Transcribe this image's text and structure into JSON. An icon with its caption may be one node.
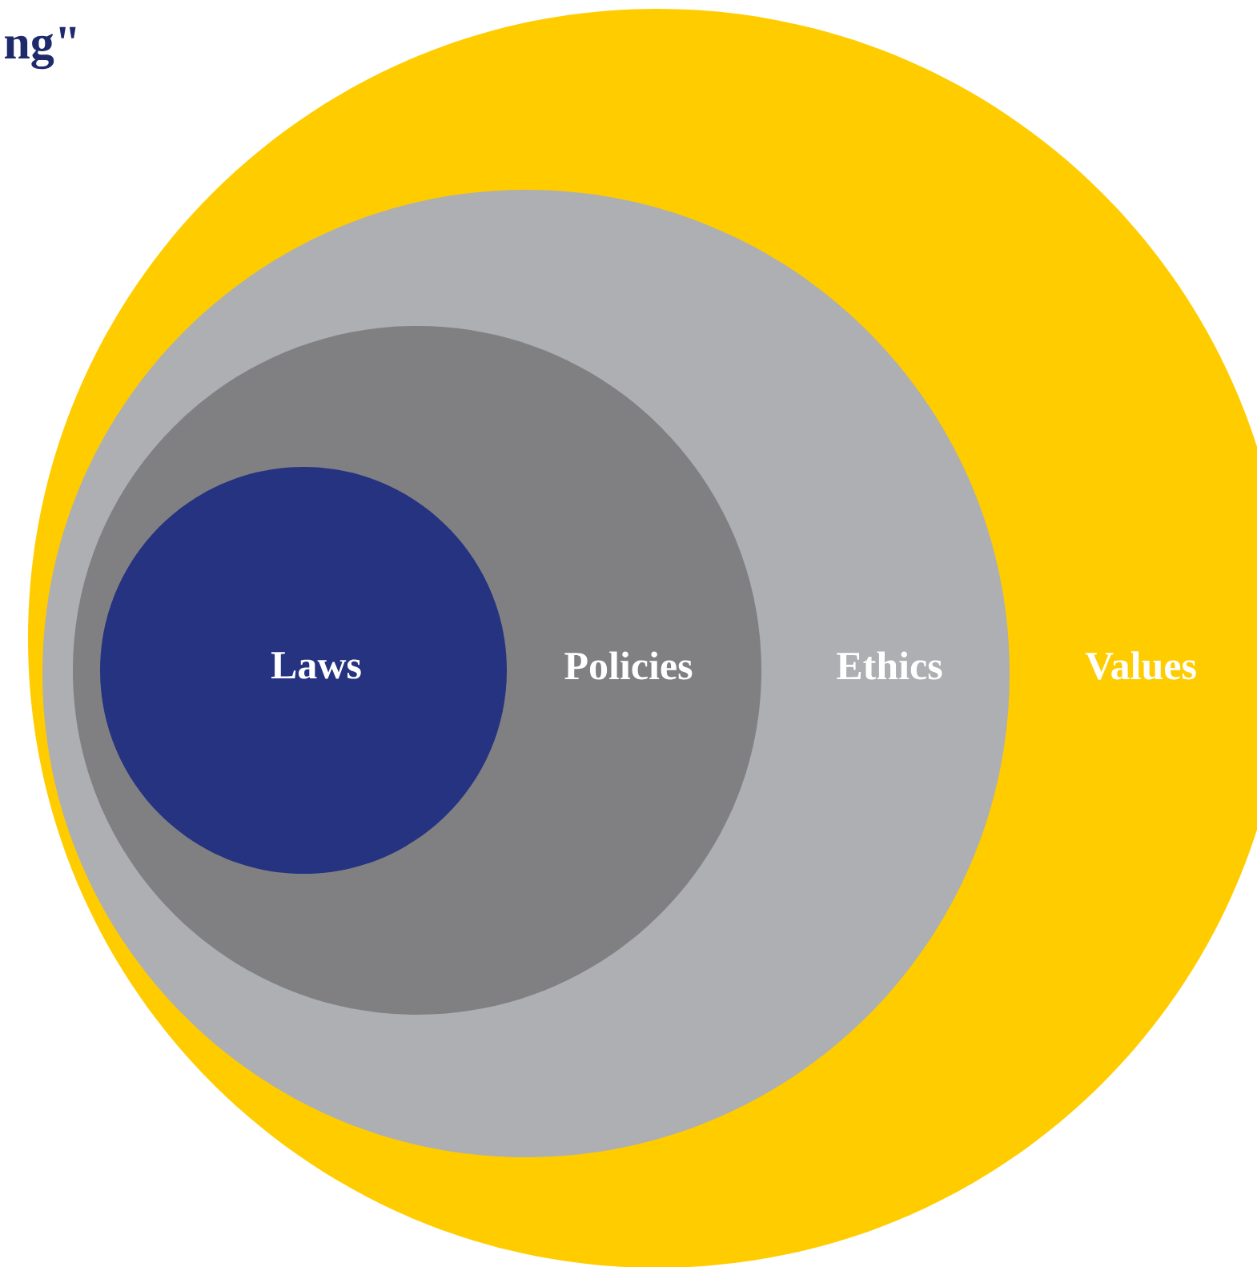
{
  "diagram": {
    "title": "ng\"",
    "nodes": [
      {
        "text": [
          "Values"
        ]
      },
      {
        "text": [
          "Ethics"
        ],
        "in": 0
      },
      {
        "text": [
          "Policies"
        ],
        "in": 1
      },
      {
        "text": [
          "Laws"
        ],
        "in": 2
      }
    ]
  }
}
